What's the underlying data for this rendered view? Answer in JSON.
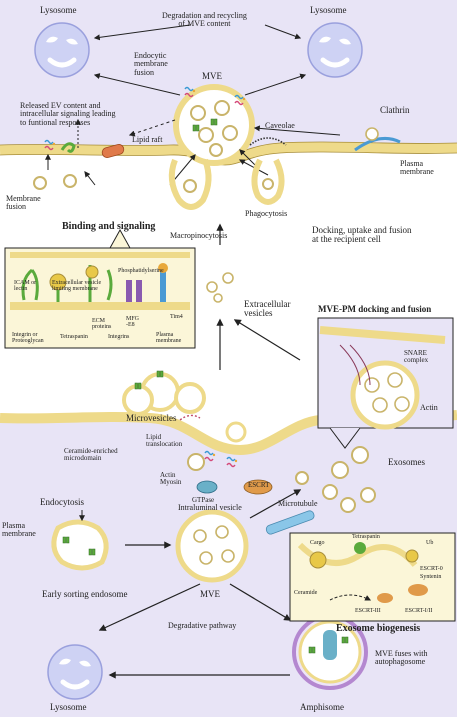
{
  "top": {
    "lysosome_left": "Lysosome",
    "lysosome_right": "Lysosome",
    "degradation_line1": "Degradation and recycling",
    "degradation_line2": "of MVE content",
    "endocytic_line1": "Endocytic",
    "endocytic_line2": "membrane",
    "endocytic_line3": "fusion",
    "mve": "MVE",
    "released_line1": "Released EV content and",
    "released_line2": "intracellular signaling leading",
    "released_line3": "to funtional responses",
    "lipid_raft": "Lipid raft",
    "caveolae": "Caveolae",
    "clathrin": "Clathrin",
    "plasma_line1": "Plasma",
    "plasma_line2": "membrane",
    "membrane_fusion_line1": "Membrane",
    "membrane_fusion_line2": "fusion",
    "binding_signaling": "Binding and signaling",
    "macropinocytosis": "Macropinocytosis",
    "phagocytosis": "Phagocytosis",
    "docking_line1": "Docking, uptake and fusion",
    "docking_line2": "at the recipient cell"
  },
  "inset_binding": {
    "icam_line1": "ICAM or",
    "icam_line2": "lectin",
    "ev_line1": "Extracellular vesicle",
    "ev_line2": "limiting membrane",
    "phosphatidylserine": "Phosphatidylserine",
    "ecm_line1": "ECM",
    "ecm_line2": "proteins",
    "mfg_line1": "MFG",
    "mfg_line2": "-E8",
    "tim4": "Tim4",
    "integrin_line1": "Integrin or",
    "integrin_line2": "Proteoglycan",
    "tetraspanin": "Tetraspanin",
    "integrins": "Integrins",
    "plasma_line1": "Plasma",
    "plasma_line2": "membrane"
  },
  "middle": {
    "ev_line1": "Extracellular",
    "ev_line2": "vesicles",
    "mve_pm": "MVE-PM docking and fusion",
    "snare_line1": "SNARE",
    "snare_line2": "complex",
    "actin": "Actin",
    "microvesicles": "Microvesicles",
    "exosomes": "Exosomes",
    "lipid_trans_line1": "Lipid",
    "lipid_trans_line2": "translocation",
    "ceramide_line1": "Ceramide-enriched",
    "ceramide_line2": "microdomain",
    "actin_myosin_line1": "Actin",
    "actin_myosin_line2": "Myosin",
    "gtpase": "GTPase",
    "escrt": "ESCRT"
  },
  "bottom": {
    "endocytosis": "Endocytosis",
    "plasma_line1": "Plasma",
    "plasma_line2": "membrane",
    "intraluminal": "Intraluminal vesicle",
    "microtubule": "Microtubule",
    "early_sorting": "Early sorting endosome",
    "mve": "MVE",
    "degradative": "Degradative pathway",
    "lysosome": "Lysosome",
    "amphisome": "Amphisome",
    "mve_fuses_line1": "MVE fuses with",
    "mve_fuses_line2": "autophagosome",
    "exosome_biogenesis": "Exosome biogenesis"
  },
  "inset_biogenesis": {
    "cargo": "Cargo",
    "tetraspanin": "Tetraspanin",
    "ub": "Ub",
    "escrt0": "ESCRT-0",
    "syntenin": "Syntenin",
    "ceramide": "Ceramide",
    "escrt3": "ESCRT-III",
    "escrt12": "ESCRT-I/II"
  },
  "colors": {
    "cytoplasm": "#e8e4f6",
    "membrane": "#eeda8a",
    "vesicle_fill": "#ffffff",
    "lysosome_fill": "#ced2f4",
    "lysosome_stroke": "#9aa0dd",
    "green_protein": "#5aaa3c"
  }
}
